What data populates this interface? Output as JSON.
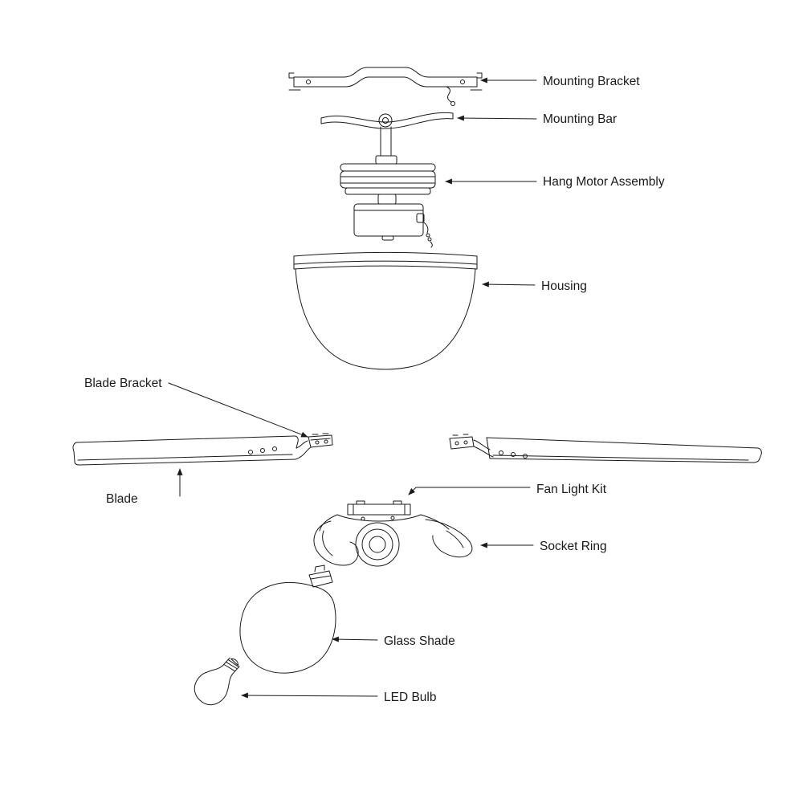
{
  "labels": {
    "mounting_bracket": "Mounting Bracket",
    "mounting_bar": "Mounting Bar",
    "hang_motor_assembly": "Hang Motor Assembly",
    "housing": "Housing",
    "blade_bracket": "Blade Bracket",
    "blade": "Blade",
    "fan_light_kit": "Fan Light Kit",
    "socket_ring": "Socket Ring",
    "glass_shade": "Glass Shade",
    "led_bulb": "LED Bulb"
  },
  "colors": {
    "line": "#1a1a1a",
    "background": "#ffffff"
  }
}
